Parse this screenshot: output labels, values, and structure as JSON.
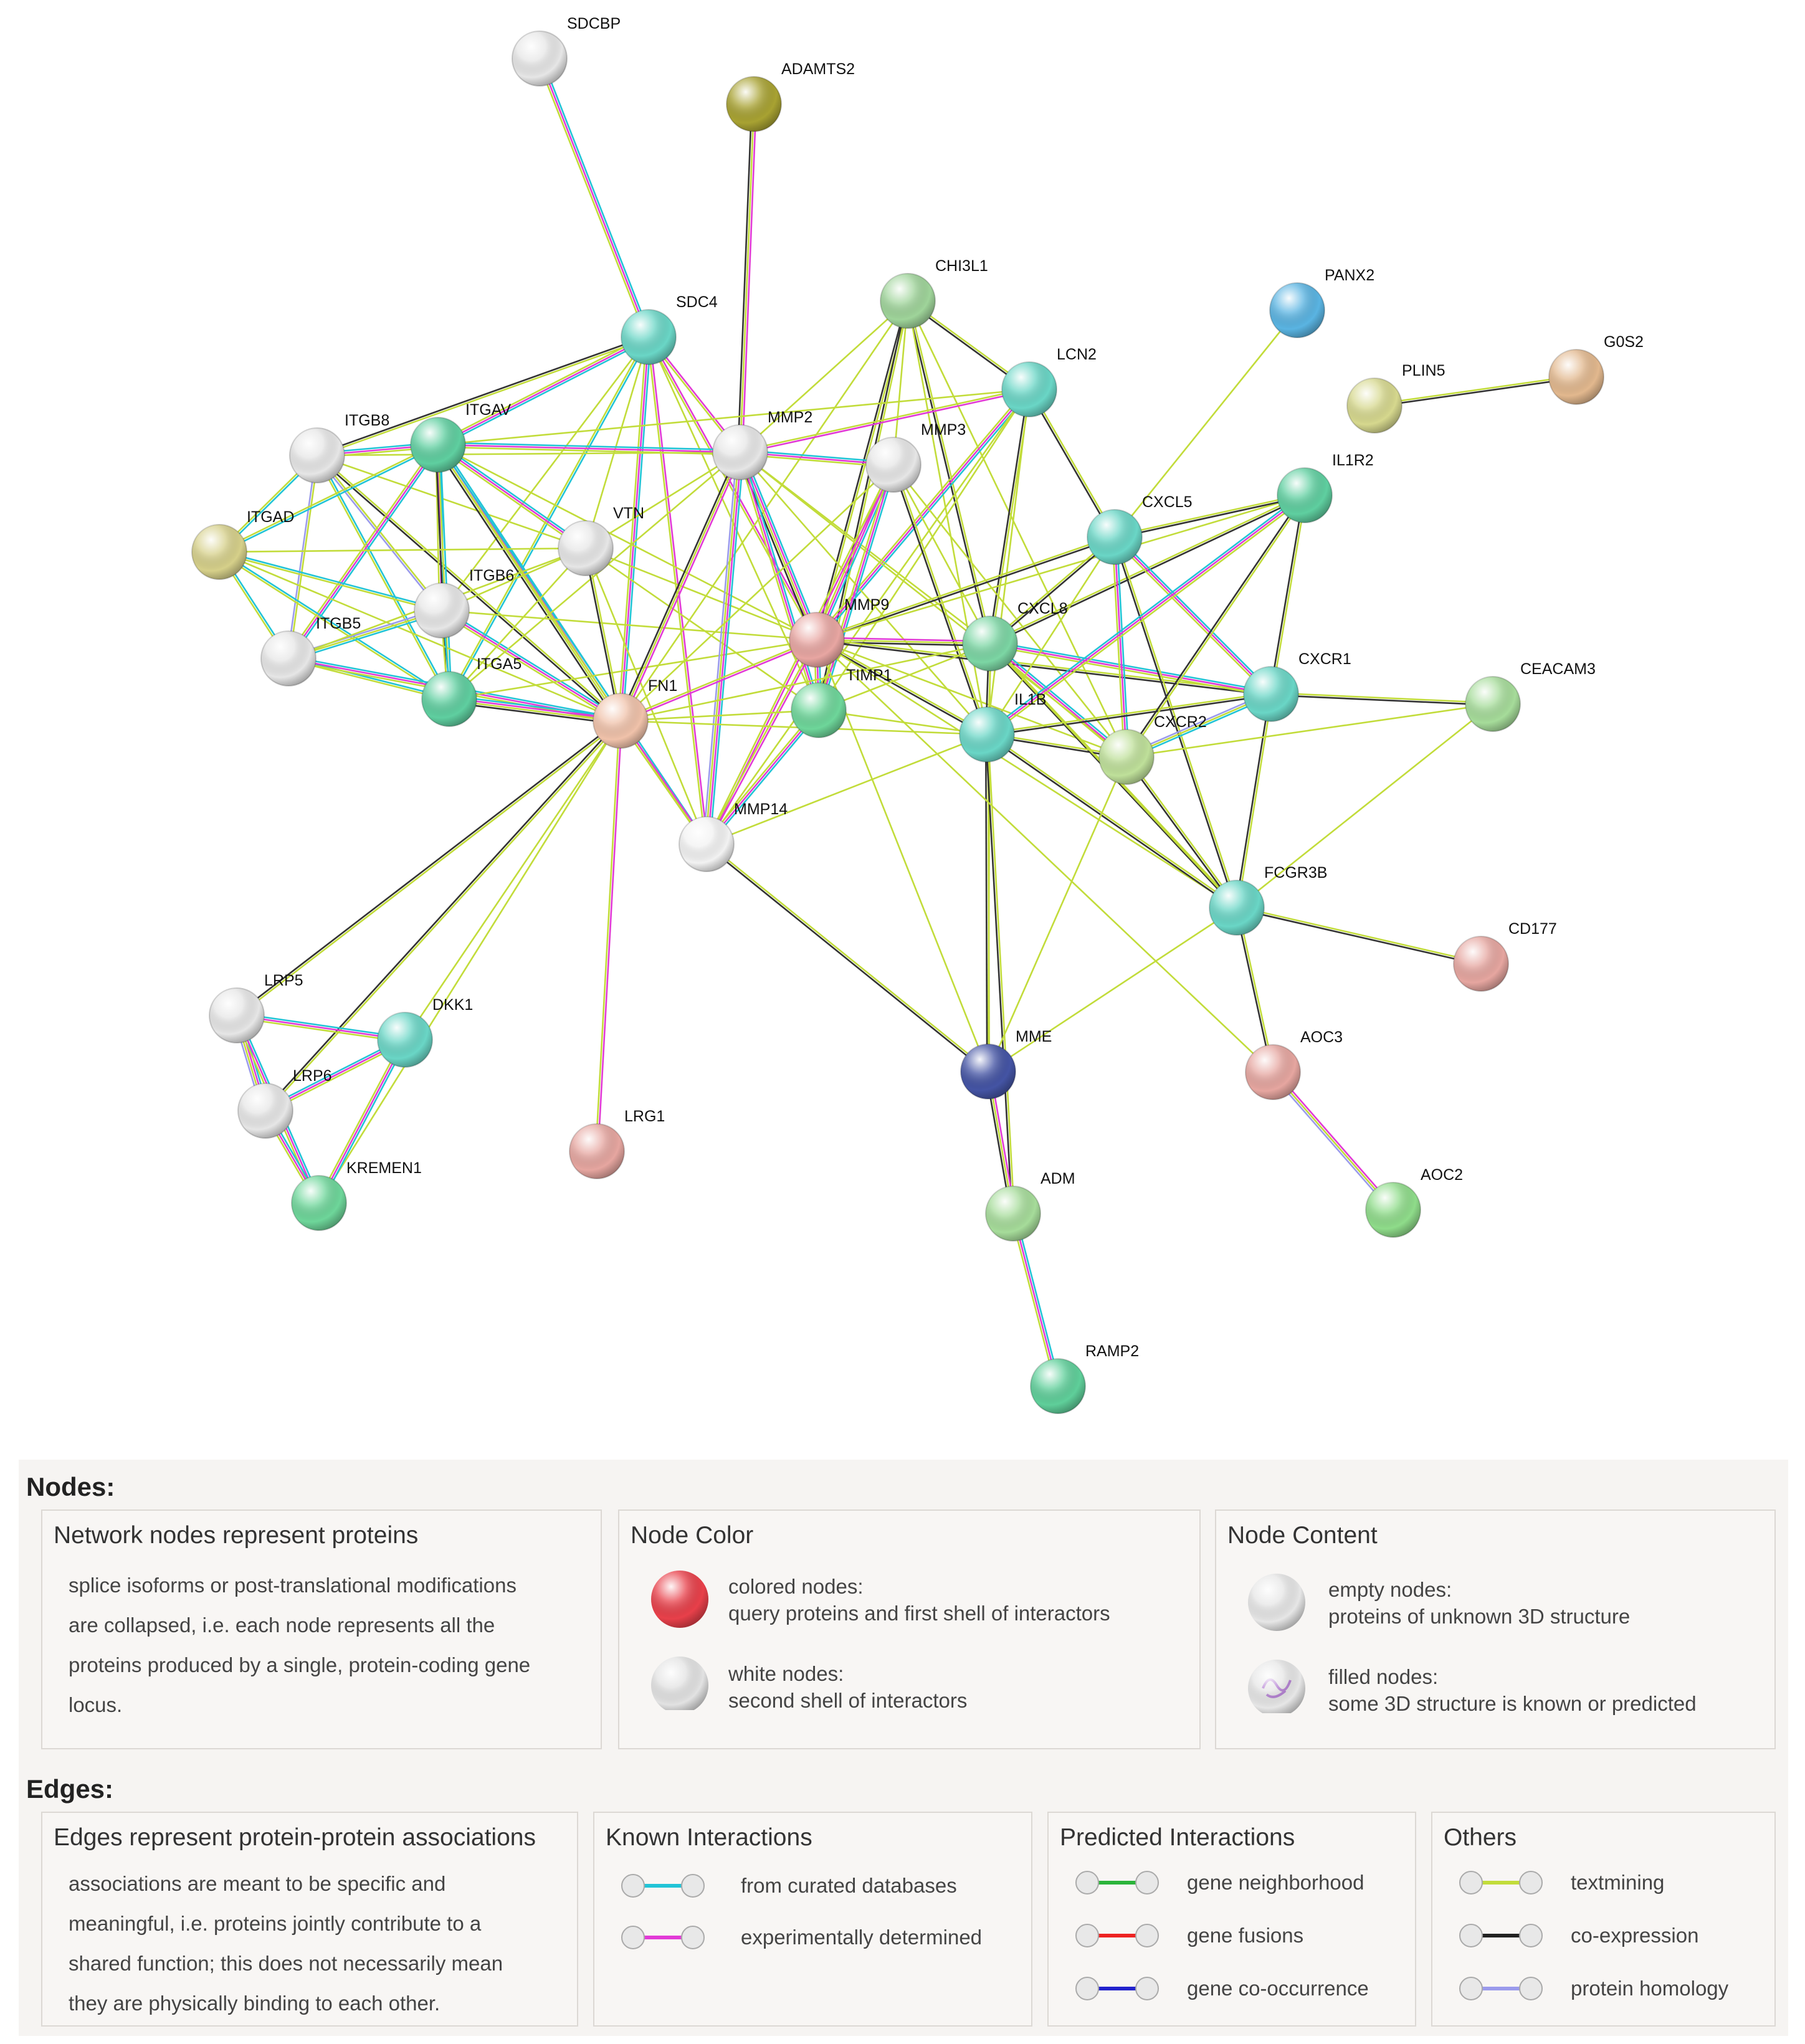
{
  "network": {
    "edge_colors": {
      "curated": "#22c4d6",
      "experimental": "#e23ad6",
      "neighborhood": "#2bb43a",
      "fusion": "#ee2222",
      "cooccurrence": "#2222cc",
      "textmining": "#c2dc3a",
      "coexpression": "#333333",
      "homology": "#9b9bec"
    },
    "nodes": [
      {
        "id": "SDCBP",
        "color": "#e6e6e6",
        "label": "SDCBP"
      },
      {
        "id": "ADAMTS2",
        "color": "#a8a232",
        "label": "ADAMTS2"
      },
      {
        "id": "SDC4",
        "color": "#6ad6c6",
        "label": "SDC4"
      },
      {
        "id": "CHI3L1",
        "color": "#9fd49a",
        "label": "CHI3L1"
      },
      {
        "id": "PANX2",
        "color": "#5ab4e2",
        "label": "PANX2"
      },
      {
        "id": "G0S2",
        "color": "#e2b88e",
        "label": "G0S2"
      },
      {
        "id": "PLIN5",
        "color": "#d6d88e",
        "label": "PLIN5"
      },
      {
        "id": "LCN2",
        "color": "#6ad6c6",
        "label": "LCN2"
      },
      {
        "id": "ITGB8",
        "color": "#e6e6e6",
        "label": "ITGB8"
      },
      {
        "id": "ITGAV",
        "color": "#5fcfa0",
        "label": "ITGAV"
      },
      {
        "id": "MMP2",
        "color": "#e6e6e6",
        "label": "MMP2"
      },
      {
        "id": "MMP3",
        "color": "#e6e6e6",
        "label": "MMP3"
      },
      {
        "id": "IL1R2",
        "color": "#5fcfa0",
        "label": "IL1R2"
      },
      {
        "id": "ITGAD",
        "color": "#d6d08a",
        "label": "ITGAD"
      },
      {
        "id": "VTN",
        "color": "#e6e6e6",
        "label": "VTN"
      },
      {
        "id": "CXCL5",
        "color": "#6ad6c6",
        "label": "CXCL5"
      },
      {
        "id": "ITGB6",
        "color": "#e6e6e6",
        "label": "ITGB6"
      },
      {
        "id": "MMP9",
        "color": "#e8a6a2",
        "label": "MMP9"
      },
      {
        "id": "CXCL8",
        "color": "#7cd6a4",
        "label": "CXCL8"
      },
      {
        "id": "ITGB5",
        "color": "#e6e6e6",
        "label": "ITGB5"
      },
      {
        "id": "ITGA5",
        "color": "#5fcfa0",
        "label": "ITGA5"
      },
      {
        "id": "FN1",
        "color": "#f0c2aa",
        "label": "FN1"
      },
      {
        "id": "TIMP1",
        "color": "#6ed69a",
        "label": "TIMP1"
      },
      {
        "id": "IL1B",
        "color": "#6ad6c6",
        "label": "IL1B"
      },
      {
        "id": "CXCR2",
        "color": "#bfe09a",
        "label": "CXCR2"
      },
      {
        "id": "CXCR1",
        "color": "#6ad6c6",
        "label": "CXCR1"
      },
      {
        "id": "CEACAM3",
        "color": "#a6dc9a",
        "label": "CEACAM3"
      },
      {
        "id": "MMP14",
        "color": "#f2f2f2",
        "label": "MMP14"
      },
      {
        "id": "FCGR3B",
        "color": "#6ad6c6",
        "label": "FCGR3B"
      },
      {
        "id": "CD177",
        "color": "#e6a6a0",
        "label": "CD177"
      },
      {
        "id": "LRP5",
        "color": "#e6e6e6",
        "label": "LRP5"
      },
      {
        "id": "DKK1",
        "color": "#6ad6c6",
        "label": "DKK1"
      },
      {
        "id": "MME",
        "color": "#4454a4",
        "label": "MME"
      },
      {
        "id": "AOC3",
        "color": "#e6a6a0",
        "label": "AOC3"
      },
      {
        "id": "LRP6",
        "color": "#e6e6e6",
        "label": "LRP6"
      },
      {
        "id": "LRG1",
        "color": "#e6a6a0",
        "label": "LRG1"
      },
      {
        "id": "KREMEN1",
        "color": "#6ed69a",
        "label": "KREMEN1"
      },
      {
        "id": "ADM",
        "color": "#a6dc9a",
        "label": "ADM"
      },
      {
        "id": "AOC2",
        "color": "#8fdc8a",
        "label": "AOC2"
      },
      {
        "id": "RAMP2",
        "color": "#5fcf9a",
        "label": "RAMP2"
      }
    ],
    "edges": [
      [
        "SDCBP",
        "SDC4",
        "curated,experimental,textmining"
      ],
      [
        "ADAMTS2",
        "MMP2",
        "experimental,textmining,coexpression"
      ],
      [
        "PANX2",
        "CXCL5",
        "textmining"
      ],
      [
        "PLIN5",
        "G0S2",
        "textmining,coexpression"
      ],
      [
        "SDC4",
        "ITGAV",
        "curated,experimental,textmining"
      ],
      [
        "SDC4",
        "ITGB8",
        "textmining,coexpression"
      ],
      [
        "SDC4",
        "MMP2",
        "experimental,textmining"
      ],
      [
        "SDC4",
        "MMP9",
        "experimental,textmining"
      ],
      [
        "SDC4",
        "FN1",
        "curated,experimental,textmining"
      ],
      [
        "SDC4",
        "ITGA5",
        "curated,textmining"
      ],
      [
        "SDC4",
        "MMP14",
        "experimental,textmining"
      ],
      [
        "SDC4",
        "VTN",
        "textmining"
      ],
      [
        "SDC4",
        "TIMP1",
        "textmining"
      ],
      [
        "SDC4",
        "ITGB6",
        "textmining"
      ],
      [
        "CHI3L1",
        "MMP9",
        "textmining,coexpression"
      ],
      [
        "CHI3L1",
        "CXCL8",
        "textmining,coexpression"
      ],
      [
        "CHI3L1",
        "IL1B",
        "textmining"
      ],
      [
        "CHI3L1",
        "LCN2",
        "textmining,coexpression"
      ],
      [
        "CHI3L1",
        "MMP2",
        "textmining"
      ],
      [
        "CHI3L1",
        "MMP3",
        "textmining"
      ],
      [
        "CHI3L1",
        "TIMP1",
        "textmining,coexpression"
      ],
      [
        "CHI3L1",
        "FN1",
        "textmining"
      ],
      [
        "CHI3L1",
        "CXCR2",
        "textmining"
      ],
      [
        "LCN2",
        "MMP9",
        "curated,experimental,textmining"
      ],
      [
        "LCN2",
        "CXCL8",
        "textmining,coexpression"
      ],
      [
        "LCN2",
        "IL1B",
        "textmining"
      ],
      [
        "LCN2",
        "CXCL5",
        "textmining,coexpression"
      ],
      [
        "LCN2",
        "MMP2",
        "experimental,textmining"
      ],
      [
        "LCN2",
        "TIMP1",
        "textmining"
      ],
      [
        "LCN2",
        "MMP14",
        "textmining"
      ],
      [
        "ITGB8",
        "ITGAV",
        "curated,experimental,textmining"
      ],
      [
        "ITGB8",
        "ITGAD",
        "curated,textmining"
      ],
      [
        "ITGB8",
        "ITGA5",
        "curated,textmining"
      ],
      [
        "ITGB8",
        "ITGB5",
        "textmining,homology"
      ],
      [
        "ITGB8",
        "ITGB6",
        "textmining,homology"
      ],
      [
        "ITGB8",
        "FN1",
        "textmining,coexpression"
      ],
      [
        "ITGB8",
        "VTN",
        "textmining"
      ],
      [
        "ITGB8",
        "MMP2",
        "textmining"
      ],
      [
        "ITGAV",
        "ITGB6",
        "curated,experimental,textmining"
      ],
      [
        "ITGAV",
        "ITGB5",
        "curated,experimental,textmining"
      ],
      [
        "ITGAV",
        "ITGA5",
        "curated,textmining,coexpression"
      ],
      [
        "ITGAV",
        "FN1",
        "curated,experimental,textmining,coexpression"
      ],
      [
        "ITGAV",
        "VTN",
        "curated,experimental,textmining"
      ],
      [
        "ITGAV",
        "MMP2",
        "curated,experimental,textmining"
      ],
      [
        "ITGAV",
        "MMP9",
        "textmining"
      ],
      [
        "ITGAV",
        "MMP14",
        "curated,textmining"
      ],
      [
        "ITGAV",
        "ITGAD",
        "curated,textmining"
      ],
      [
        "ITGAV",
        "LCN2",
        "textmining"
      ],
      [
        "ITGAD",
        "ITGB6",
        "curated,textmining"
      ],
      [
        "ITGAD",
        "ITGB5",
        "curated,textmining"
      ],
      [
        "ITGAD",
        "ITGA5",
        "curated,textmining"
      ],
      [
        "ITGAD",
        "FN1",
        "textmining"
      ],
      [
        "ITGAD",
        "VTN",
        "textmining"
      ],
      [
        "ITGB6",
        "ITGB5",
        "curated,textmining,homology"
      ],
      [
        "ITGB6",
        "ITGA5",
        "curated,textmining"
      ],
      [
        "ITGB6",
        "FN1",
        "curated,experimental,textmining"
      ],
      [
        "ITGB6",
        "VTN",
        "textmining"
      ],
      [
        "ITGB6",
        "MMP9",
        "textmining"
      ],
      [
        "ITGB5",
        "ITGA5",
        "curated,textmining"
      ],
      [
        "ITGB5",
        "FN1",
        "curated,experimental,textmining"
      ],
      [
        "ITGB5",
        "VTN",
        "textmining"
      ],
      [
        "ITGA5",
        "FN1",
        "curated,experimental,textmining,coexpression"
      ],
      [
        "ITGA5",
        "VTN",
        "textmining"
      ],
      [
        "ITGA5",
        "MMP9",
        "textmining"
      ],
      [
        "ITGA5",
        "MMP2",
        "textmining"
      ],
      [
        "VTN",
        "FN1",
        "textmining,coexpression"
      ],
      [
        "VTN",
        "MMP2",
        "textmining"
      ],
      [
        "VTN",
        "MMP9",
        "textmining"
      ],
      [
        "VTN",
        "MMP14",
        "textmining"
      ],
      [
        "VTN",
        "TIMP1",
        "textmining"
      ],
      [
        "MMP2",
        "MMP3",
        "curated,experimental,textmining"
      ],
      [
        "MMP2",
        "MMP9",
        "curated,experimental,textmining,coexpression"
      ],
      [
        "MMP2",
        "MMP14",
        "curated,experimental,textmining,homology"
      ],
      [
        "MMP2",
        "TIMP1",
        "curated,experimental,textmining"
      ],
      [
        "MMP2",
        "FN1",
        "experimental,textmining,coexpression"
      ],
      [
        "MMP2",
        "IL1B",
        "textmining"
      ],
      [
        "MMP2",
        "CXCL8",
        "textmining"
      ],
      [
        "MMP2",
        "CXCR2",
        "textmining"
      ],
      [
        "MMP3",
        "MMP9",
        "curated,experimental,textmining"
      ],
      [
        "MMP3",
        "MMP14",
        "experimental,textmining"
      ],
      [
        "MMP3",
        "TIMP1",
        "curated,experimental,textmining"
      ],
      [
        "MMP3",
        "IL1B",
        "textmining,coexpression"
      ],
      [
        "MMP3",
        "FN1",
        "textmining"
      ],
      [
        "MMP3",
        "CXCL8",
        "textmining"
      ],
      [
        "MMP3",
        "CXCR2",
        "textmining"
      ],
      [
        "MMP9",
        "TIMP1",
        "curated,experimental,textmining"
      ],
      [
        "MMP9",
        "MMP14",
        "experimental,textmining"
      ],
      [
        "MMP9",
        "FN1",
        "experimental,textmining"
      ],
      [
        "MMP9",
        "IL1B",
        "textmining,coexpression"
      ],
      [
        "MMP9",
        "CXCL8",
        "experimental,textmining,coexpression"
      ],
      [
        "MMP9",
        "CXCL5",
        "textmining,coexpression"
      ],
      [
        "MMP9",
        "CXCR1",
        "textmining,coexpression"
      ],
      [
        "MMP9",
        "CXCR2",
        "textmining"
      ],
      [
        "MMP9",
        "IL1R2",
        "textmining"
      ],
      [
        "MMP9",
        "FCGR3B",
        "textmining"
      ],
      [
        "MMP9",
        "MME",
        "textmining"
      ],
      [
        "TIMP1",
        "MMP14",
        "curated,experimental,textmining"
      ],
      [
        "TIMP1",
        "FN1",
        "textmining"
      ],
      [
        "TIMP1",
        "IL1B",
        "textmining"
      ],
      [
        "TIMP1",
        "CXCL8",
        "textmining"
      ],
      [
        "FN1",
        "MMP14",
        "experimental,textmining"
      ],
      [
        "FN1",
        "LRG1",
        "experimental,textmining"
      ],
      [
        "FN1",
        "IL1B",
        "textmining"
      ],
      [
        "FN1",
        "CXCL8",
        "textmining"
      ],
      [
        "FN1",
        "LRP5",
        "textmining,coexpression"
      ],
      [
        "FN1",
        "LRP6",
        "textmining,coexpression"
      ],
      [
        "FN1",
        "DKK1",
        "textmining"
      ],
      [
        "FN1",
        "KREMEN1",
        "textmining"
      ],
      [
        "MMP14",
        "IL1B",
        "textmining"
      ],
      [
        "MMP14",
        "MME",
        "textmining,coexpression"
      ],
      [
        "CXCL8",
        "CXCR1",
        "curated,experimental,textmining"
      ],
      [
        "CXCL8",
        "CXCR2",
        "curated,experimental,textmining"
      ],
      [
        "CXCL8",
        "IL1B",
        "textmining,coexpression"
      ],
      [
        "CXCL8",
        "CXCL5",
        "textmining,coexpression"
      ],
      [
        "CXCL8",
        "IL1R2",
        "textmining,coexpression"
      ],
      [
        "CXCL8",
        "FCGR3B",
        "textmining,coexpression"
      ],
      [
        "CXCL8",
        "MME",
        "textmining"
      ],
      [
        "CXCL5",
        "CXCR1",
        "curated,experimental,textmining"
      ],
      [
        "CXCL5",
        "CXCR2",
        "curated,experimental,textmining"
      ],
      [
        "CXCL5",
        "IL1B",
        "textmining"
      ],
      [
        "CXCL5",
        "IL1R2",
        "textmining,coexpression"
      ],
      [
        "CXCL5",
        "FCGR3B",
        "textmining,coexpression"
      ],
      [
        "IL1B",
        "CXCR1",
        "textmining,coexpression"
      ],
      [
        "IL1B",
        "CXCR2",
        "textmining,coexpression"
      ],
      [
        "IL1B",
        "IL1R2",
        "curated,experimental,textmining"
      ],
      [
        "IL1B",
        "FCGR3B",
        "textmining,coexpression"
      ],
      [
        "IL1B",
        "MME",
        "textmining,coexpression"
      ],
      [
        "IL1B",
        "ADM",
        "textmining,coexpression"
      ],
      [
        "IL1R2",
        "CXCR1",
        "textmining,coexpression"
      ],
      [
        "IL1R2",
        "CXCR2",
        "textmining,coexpression"
      ],
      [
        "CXCR1",
        "CXCR2",
        "curated,textmining,homology"
      ],
      [
        "CXCR1",
        "CEACAM3",
        "textmining,coexpression"
      ],
      [
        "CXCR1",
        "FCGR3B",
        "textmining,coexpression"
      ],
      [
        "CXCR2",
        "FCGR3B",
        "textmining,coexpression"
      ],
      [
        "CEACAM3",
        "FCGR3B",
        "textmining"
      ],
      [
        "CEACAM3",
        "CXCR2",
        "textmining"
      ],
      [
        "FCGR3B",
        "CD177",
        "textmining,coexpression"
      ],
      [
        "FCGR3B",
        "MME",
        "textmining"
      ],
      [
        "FCGR3B",
        "AOC3",
        "textmining,coexpression"
      ],
      [
        "FCGR3B",
        "CXCL8",
        "textmining"
      ],
      [
        "MME",
        "ADM",
        "experimental,textmining,coexpression"
      ],
      [
        "MME",
        "CXCR2",
        "textmining"
      ],
      [
        "ADM",
        "RAMP2",
        "curated,experimental,textmining"
      ],
      [
        "AOC3",
        "AOC2",
        "experimental,textmining,homology"
      ],
      [
        "AOC3",
        "MMP9",
        "textmining"
      ],
      [
        "LRP5",
        "LRP6",
        "curated,experimental,textmining,homology"
      ],
      [
        "LRP5",
        "DKK1",
        "curated,experimental,textmining"
      ],
      [
        "LRP5",
        "KREMEN1",
        "curated,experimental,textmining"
      ],
      [
        "LRP6",
        "DKK1",
        "curated,experimental,textmining"
      ],
      [
        "LRP6",
        "KREMEN1",
        "curated,experimental,textmining"
      ],
      [
        "DKK1",
        "KREMEN1",
        "curated,experimental,textmining"
      ]
    ]
  },
  "legend": {
    "nodes_heading": "Nodes:",
    "edges_heading": "Edges:",
    "network_nodes": {
      "title": "Network nodes represent proteins",
      "lines": [
        "splice isoforms or post-translational modifications",
        "are collapsed, i.e. each node represents all the",
        "proteins produced by a single, protein-coding gene",
        "locus."
      ]
    },
    "node_color": {
      "title": "Node Color",
      "colored_1": "colored nodes:",
      "colored_2": "query proteins and first shell of interactors",
      "white_1": "white nodes:",
      "white_2": "second shell of interactors"
    },
    "node_content": {
      "title": "Node Content",
      "empty_1": "empty nodes:",
      "empty_2": "proteins of unknown 3D structure",
      "filled_1": "filled nodes:",
      "filled_2": "some 3D structure is known or predicted"
    },
    "edges_box": {
      "title": "Edges represent protein-protein associations",
      "lines": [
        "associations are meant to be specific and",
        "meaningful, i.e. proteins jointly contribute to a",
        "shared function; this does not necessarily mean",
        "they are physically binding to each other."
      ]
    },
    "known": {
      "title": "Known Interactions",
      "curated": "from curated databases",
      "experimental": "experimentally determined"
    },
    "predicted": {
      "title": "Predicted Interactions",
      "neighborhood": "gene neighborhood",
      "fusion": "gene fusions",
      "cooccurrence": "gene co-occurrence"
    },
    "others": {
      "title": "Others",
      "textmining": "textmining",
      "coexpression": "co-expression",
      "homology": "protein homology"
    }
  }
}
